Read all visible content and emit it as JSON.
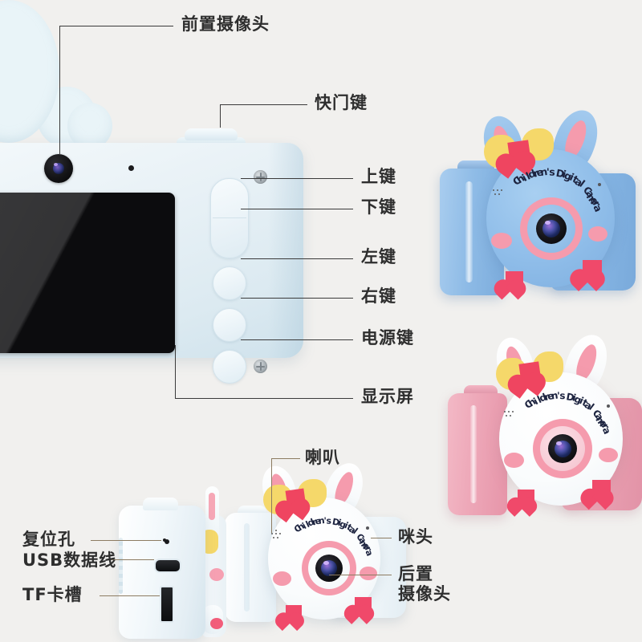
{
  "page": {
    "background_color": "#f1f0ee",
    "title": "Children's Digital Camera product annotation diagram"
  },
  "brand": {
    "text": "Children's Digital Camera",
    "text_color": "#1d2440"
  },
  "callouts": {
    "front_camera": "前置摄像头",
    "shutter": "快门键",
    "up_key": "上键",
    "down_key": "下键",
    "left_key": "左键",
    "right_key": "右键",
    "power_key": "电源键",
    "display": "显示屏",
    "speaker": "喇叭",
    "microphone": "咪头",
    "rear_camera": "后置\n摄像头",
    "reset_hole": "复位孔",
    "usb_cable": "USB数据线",
    "tf_slot": "TF卡槽"
  },
  "colors": {
    "label_text": "#2e2e2e",
    "leader_line_dark": "#3a3a3a",
    "leader_line_warm": "#8d7c62",
    "blue_body": "#8fbce8",
    "pink_body": "#f0a8ba",
    "white_body": "#fdfdfd",
    "accent_pink": "#f6a0b2",
    "accent_yellow": "#f5d86a",
    "accent_red": "#ef4560",
    "screen_black": "#0c0c0e"
  },
  "views": {
    "main_back": "Main camera rear view with screen and buttons",
    "blue_front": "Blue bunny camera front view",
    "pink_front": "Pink bunny camera front view",
    "white_front": "White bunny camera front view",
    "side": "Side view showing ports"
  }
}
